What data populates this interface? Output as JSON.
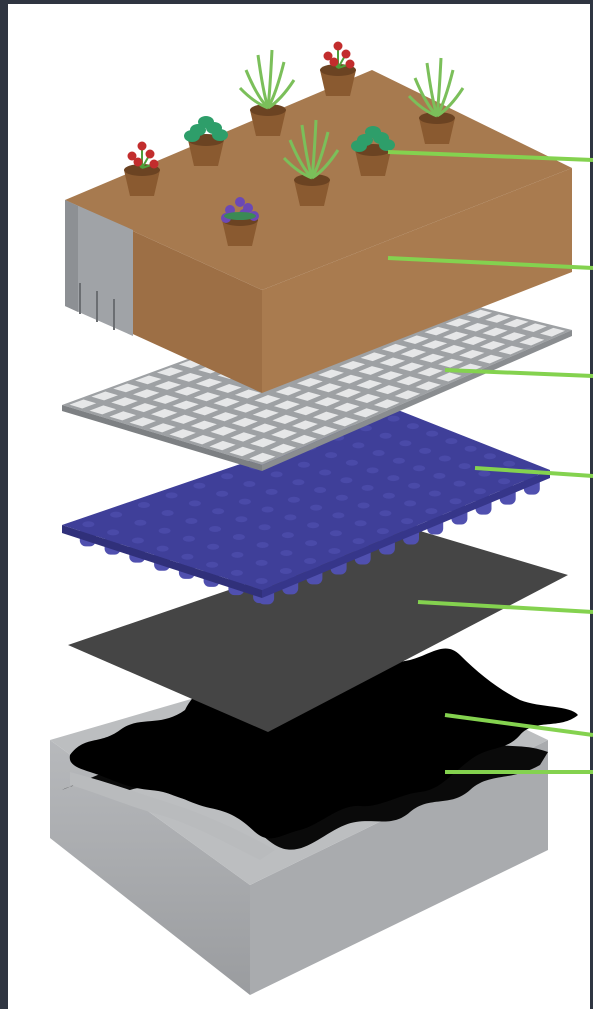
{
  "colors": {
    "frame": "#2f3541",
    "background": "#ffffff",
    "soil_top": "#a77a4f",
    "soil_front": "#9d6f45",
    "soil_side": "#b08357",
    "edge_panel": "#9fa2a6",
    "grid_layer": "#9ea1a4",
    "grid_cells": "#e6e7e8",
    "drainage_layer": "#3f3f99",
    "drainage_cups": "#5050af",
    "filter_fabric": "#454545",
    "root_barrier": "#050505",
    "roof_deck": "#a2a4a7",
    "leader_lines": "#84d24f"
  },
  "plants": [
    {
      "kind": "red-flower-plant"
    },
    {
      "kind": "green-leafy-plant"
    },
    {
      "kind": "grass-plant"
    },
    {
      "kind": "red-flower-plant"
    },
    {
      "kind": "grass-plant"
    },
    {
      "kind": "grass-plant"
    },
    {
      "kind": "green-leafy-plant"
    },
    {
      "kind": "purple-flower-plant"
    }
  ],
  "layers": [
    {
      "id": "vegetation"
    },
    {
      "id": "growing-medium"
    },
    {
      "id": "retention-grid"
    },
    {
      "id": "drainage-board"
    },
    {
      "id": "filter-fabric"
    },
    {
      "id": "root-barrier-membrane"
    },
    {
      "id": "roof-deck"
    }
  ]
}
